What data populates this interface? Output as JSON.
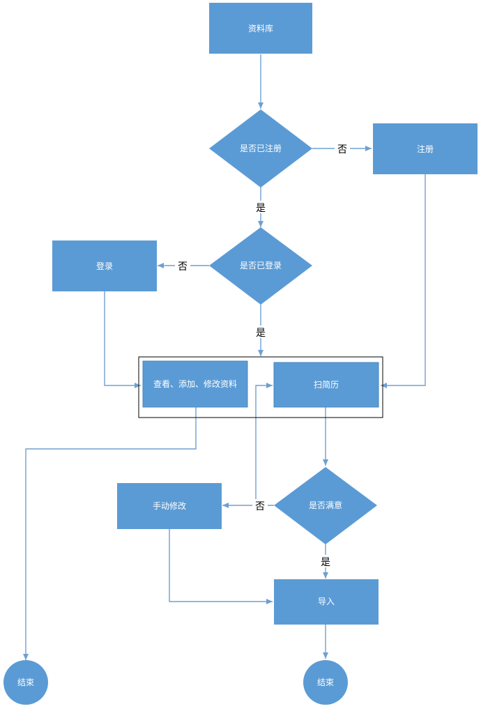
{
  "colors": {
    "node_fill": "#5b9bd5",
    "edge": "#6fa0cf",
    "text_on_node": "#ffffff",
    "edge_label": "#000000",
    "group_border": "#000000"
  },
  "nodes": {
    "database": "资料库",
    "is_registered": "是否已注册",
    "register": "注册",
    "is_logged_in": "是否已登录",
    "login": "登录",
    "view_edit_data": "查看、添加、修改资料",
    "scan_resume": "扫简历",
    "is_satisfied": "是否满意",
    "manual_edit": "手动修改",
    "import": "导入",
    "end_left": "结束",
    "end_right": "结束"
  },
  "edge_labels": {
    "registered_no": "否",
    "registered_yes": "是",
    "logged_in_no": "否",
    "logged_in_yes": "是",
    "satisfied_no": "否",
    "satisfied_yes": "是"
  }
}
